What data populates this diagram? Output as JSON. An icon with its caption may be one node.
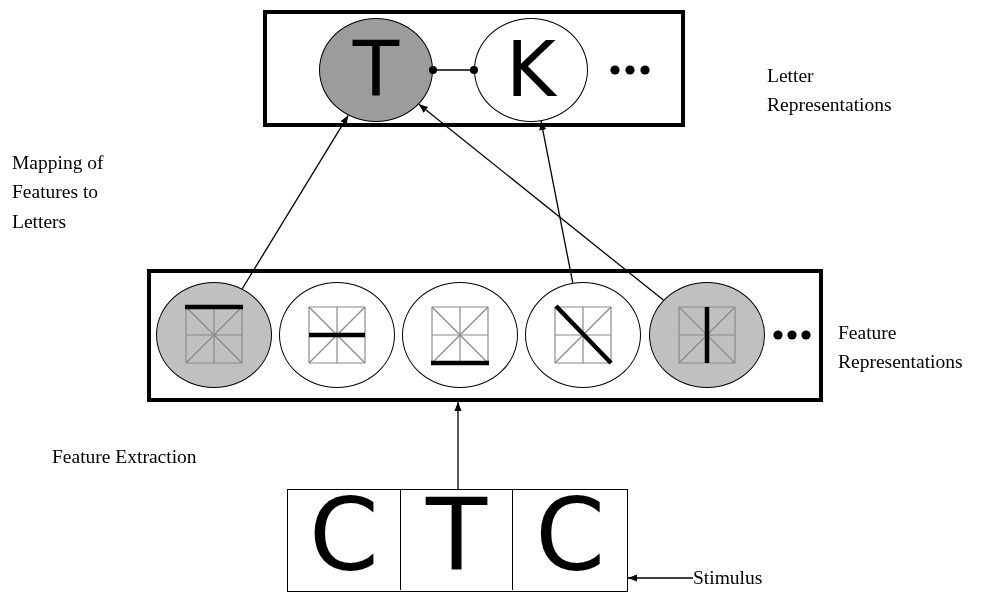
{
  "diagram": {
    "nodes": [
      {
        "text": [],
        "shape": "box"
      },
      {
        "text": [
          "T"
        ],
        "in": 0
      },
      {
        "text": [
          "K"
        ],
        "in": 0
      },
      {
        "text": [],
        "shape": "box",
        "beside": [
          "Feature Representations"
        ]
      },
      {
        "text": [],
        "shape": "circle",
        "in": 3
      },
      {
        "text": [],
        "shape": "circle",
        "in": 3
      },
      {
        "text": [],
        "shape": "circle",
        "in": 3
      },
      {
        "text": [],
        "shape": "circle",
        "in": 3
      },
      {
        "text": [],
        "shape": "circle",
        "in": 3
      },
      {
        "text": [],
        "shape": "box"
      },
      {
        "text": [
          "C"
        ],
        "in": 9
      },
      {
        "text": [
          "T"
        ],
        "in": 9
      },
      {
        "text": [
          "C"
        ],
        "in": 9
      },
      {
        "text": [
          "Stimulus"
        ]
      }
    ],
    "edges": [
      {
        "from": 1,
        "to": 2,
        "arrow": "other"
      },
      {
        "from": 4,
        "to": 1,
        "arrow": "to"
      },
      {
        "from": 8,
        "to": 1,
        "arrow": "to"
      },
      {
        "from": 7,
        "to": 2,
        "arrow": "to"
      },
      {
        "from": 9,
        "to": 3,
        "arrow": "to"
      },
      {
        "from": 13,
        "to": 9,
        "arrow": "to"
      }
    ],
    "labels": [
      "Letter Representations",
      "Mapping of Features to Letters",
      "Feature Extraction"
    ]
  }
}
